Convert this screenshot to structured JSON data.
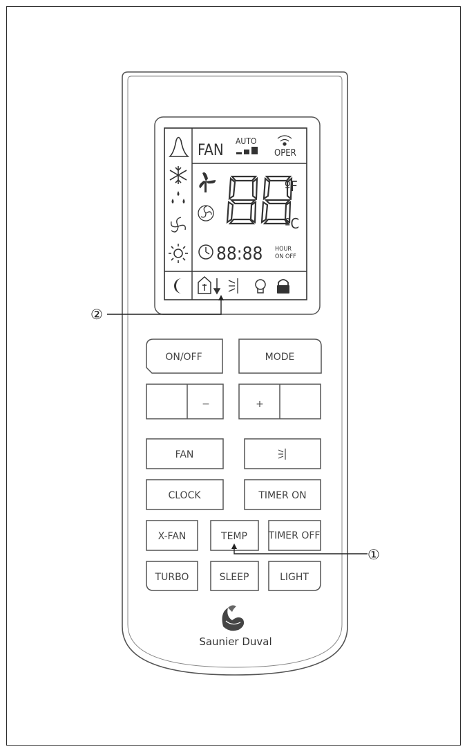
{
  "display": {
    "fan_label": "FAN",
    "auto_label": "AUTO",
    "oper_label": "OPER",
    "temp_digits": "88",
    "unit_f": "ºF",
    "unit_c": "ºC",
    "clock_digits": "88:88",
    "hour_label": "HOUR",
    "onoff_label": "ON OFF"
  },
  "buttons": {
    "on_off": "ON/OFF",
    "mode": "MODE",
    "minus": "−",
    "plus": "+",
    "fan": "FAN",
    "clock": "CLOCK",
    "timer_on": "TIMER ON",
    "x_fan": "X-FAN",
    "temp": "TEMP",
    "timer_off": "TIMER OFF",
    "turbo": "TURBO",
    "sleep": "SLEEP",
    "light": "LIGHT"
  },
  "callouts": {
    "one": "①",
    "two": "②"
  },
  "brand": {
    "name": "Saunier Duval"
  }
}
